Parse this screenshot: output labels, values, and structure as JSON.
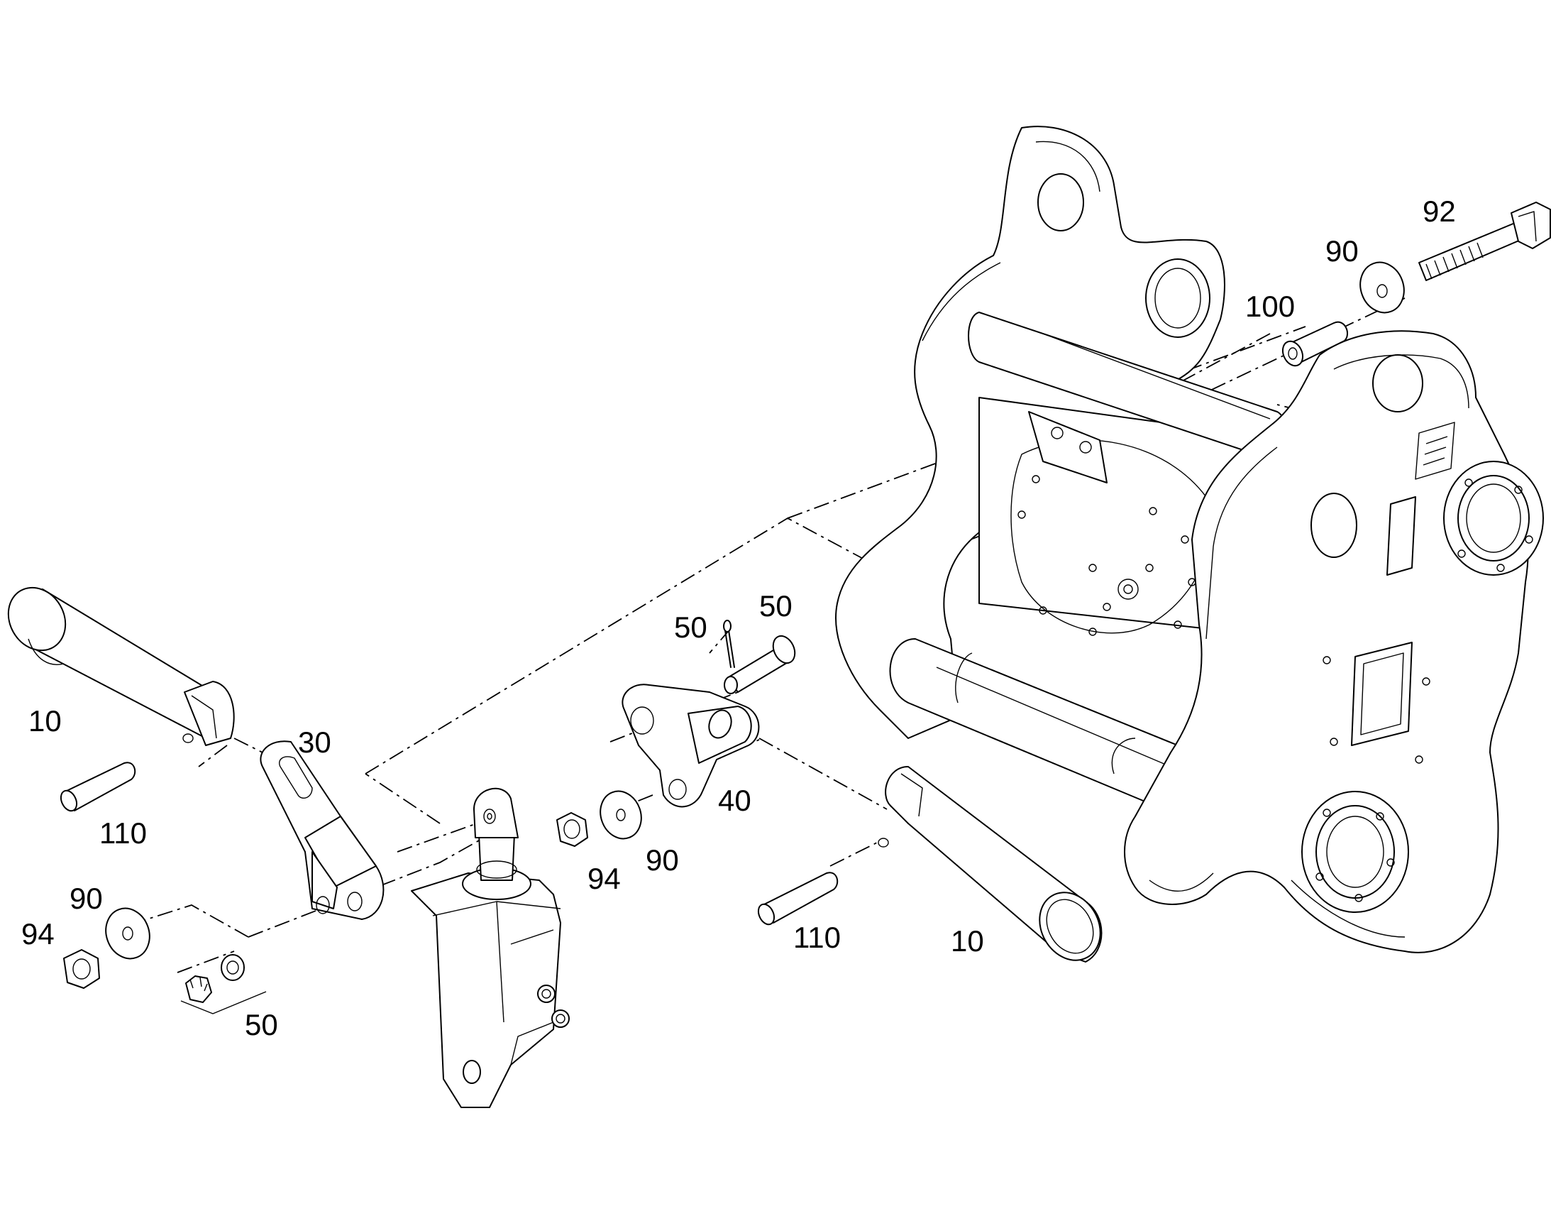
{
  "callouts": {
    "c92": "92",
    "c90_top": "90",
    "c100": "100",
    "c50_pin": "50",
    "c50_cotter": "50",
    "c10_left": "10",
    "c30": "30",
    "c110_left": "110",
    "c40": "40",
    "c94_mid": "94",
    "c90_mid": "90",
    "c90_left": "90",
    "c94_left": "94",
    "c50_nut": "50",
    "c110_right": "110",
    "c10_right": "10"
  }
}
